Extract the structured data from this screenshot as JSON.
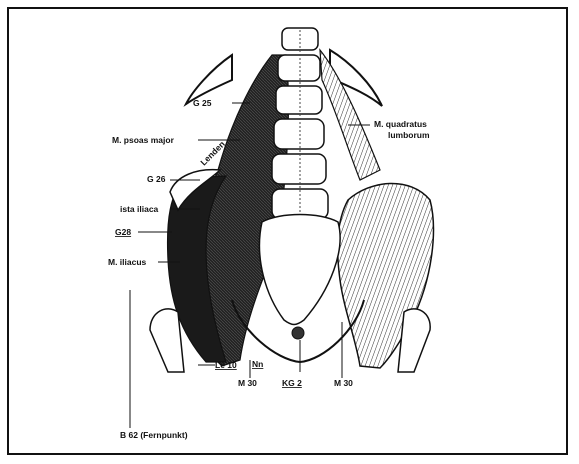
{
  "figure": {
    "labels": {
      "g25": "G 25",
      "psoas_major": "M. psoas major",
      "quadratus_1": "M. quadratus",
      "quadratus_2": "lumborum",
      "g26": "G 26",
      "crista_iliaca": "ista iliaca",
      "g28": "G28",
      "iliacus": "M. iliacus",
      "le10": "Le 10",
      "nn": "Nn",
      "m30_left": "M 30",
      "kg2": "KG 2",
      "m30_right": "M 30",
      "b62": "B 62  (Fernpunkt)",
      "lendenwirbel": "Lenden"
    }
  }
}
